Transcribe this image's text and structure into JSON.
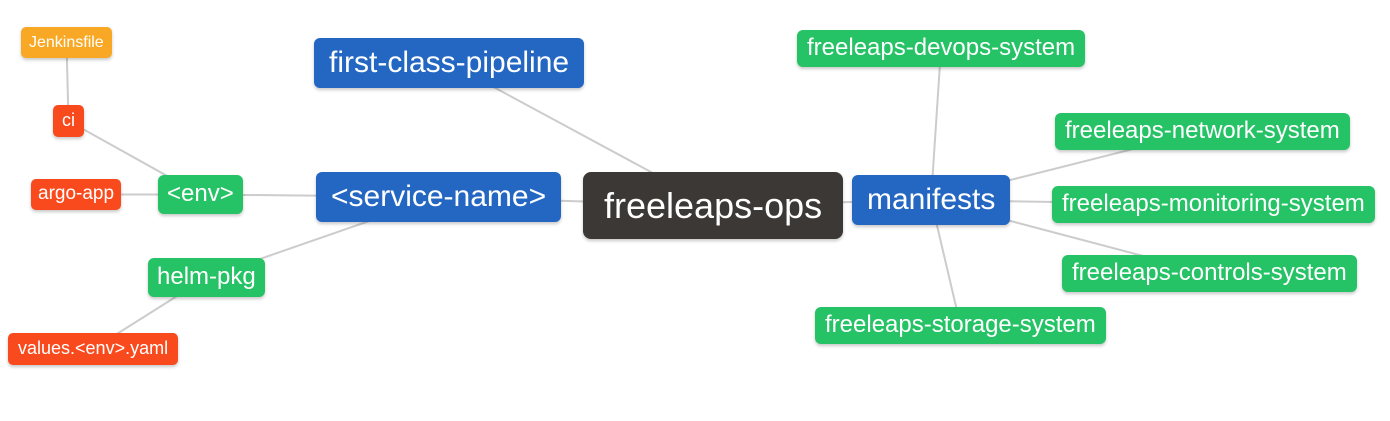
{
  "diagram": {
    "type": "mindmap",
    "root_label": "freeleaps-ops",
    "colors": {
      "root_bg": "#3b3835",
      "branch_bg": "#2367c2",
      "green_bg": "#26c266",
      "red_bg": "#f94a1d",
      "orange_bg": "#f9a825",
      "text": "#ffffff",
      "edge": "#cccccc",
      "background": "#ffffff"
    },
    "nodes": [
      {
        "id": "freeleaps-ops",
        "label": "freeleaps-ops",
        "role": "root",
        "color": "root_bg"
      },
      {
        "id": "first-class-pipeline",
        "label": "first-class-pipeline",
        "role": "branch",
        "color": "branch_bg"
      },
      {
        "id": "service-name",
        "label": "<service-name>",
        "role": "branch",
        "color": "branch_bg"
      },
      {
        "id": "manifests",
        "label": "manifests",
        "role": "branch",
        "color": "branch_bg"
      },
      {
        "id": "env",
        "label": "<env>",
        "role": "leaf",
        "color": "green_bg"
      },
      {
        "id": "helm-pkg",
        "label": "helm-pkg",
        "role": "leaf",
        "color": "green_bg"
      },
      {
        "id": "ci",
        "label": "ci",
        "role": "leaf",
        "color": "red_bg"
      },
      {
        "id": "argo-app",
        "label": "argo-app",
        "role": "leaf",
        "color": "red_bg"
      },
      {
        "id": "jenkinsfile",
        "label": "Jenkinsfile",
        "role": "leaf",
        "color": "orange_bg"
      },
      {
        "id": "values-env-yaml",
        "label": "values.<env>.yaml",
        "role": "leaf",
        "color": "red_bg"
      },
      {
        "id": "freeleaps-devops-system",
        "label": "freeleaps-devops-system",
        "role": "leaf",
        "color": "green_bg"
      },
      {
        "id": "freeleaps-network-system",
        "label": "freeleaps-network-system",
        "role": "leaf",
        "color": "green_bg"
      },
      {
        "id": "freeleaps-monitoring-system",
        "label": "freeleaps-monitoring-system",
        "role": "leaf",
        "color": "green_bg"
      },
      {
        "id": "freeleaps-controls-system",
        "label": "freeleaps-controls-system",
        "role": "leaf",
        "color": "green_bg"
      },
      {
        "id": "freeleaps-storage-system",
        "label": "freeleaps-storage-system",
        "role": "leaf",
        "color": "green_bg"
      }
    ],
    "edges": [
      [
        "freeleaps-ops",
        "first-class-pipeline"
      ],
      [
        "freeleaps-ops",
        "service-name"
      ],
      [
        "freeleaps-ops",
        "manifests"
      ],
      [
        "service-name",
        "env"
      ],
      [
        "service-name",
        "helm-pkg"
      ],
      [
        "env",
        "ci"
      ],
      [
        "env",
        "argo-app"
      ],
      [
        "ci",
        "jenkinsfile"
      ],
      [
        "helm-pkg",
        "values-env-yaml"
      ],
      [
        "manifests",
        "freeleaps-devops-system"
      ],
      [
        "manifests",
        "freeleaps-network-system"
      ],
      [
        "manifests",
        "freeleaps-monitoring-system"
      ],
      [
        "manifests",
        "freeleaps-controls-system"
      ],
      [
        "manifests",
        "freeleaps-storage-system"
      ]
    ]
  }
}
